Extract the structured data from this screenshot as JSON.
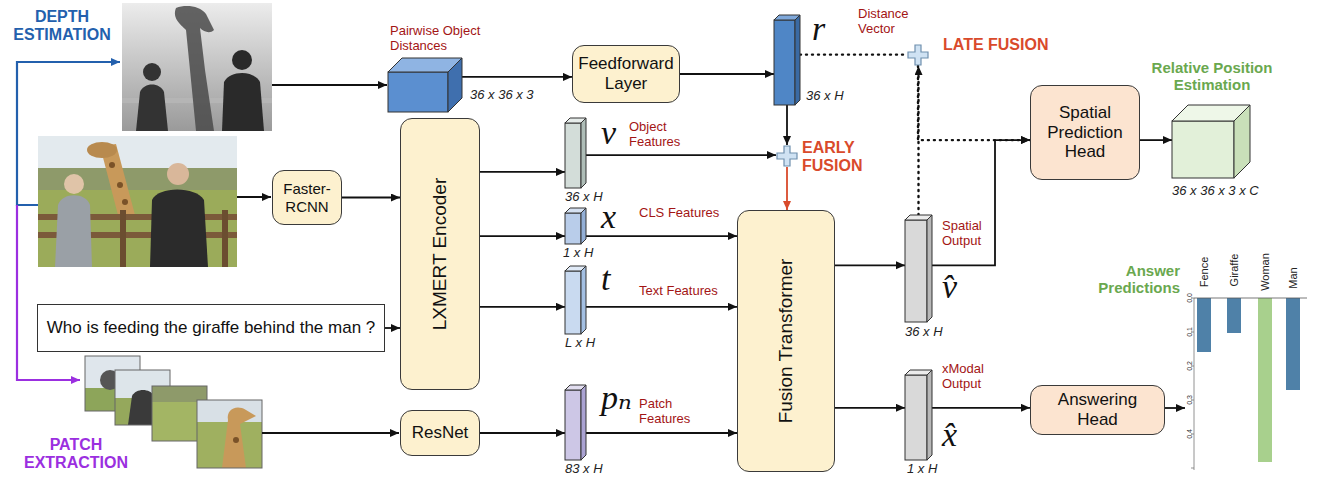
{
  "diagram": {
    "nodes": [
      {
        "text": [
          "Pairwise Object Distances",
          "36 x 36 x 3"
        ]
      },
      {
        "text": [
          "Feedforward Layer"
        ]
      },
      {
        "text": [
          "r",
          "Distance Vector",
          "36 x H"
        ]
      },
      {
        "text": [
          "LATE FUSION"
        ]
      },
      {
        "text": [
          "Faster-RCNN"
        ]
      },
      {
        "text": [
          "LXMERT Encoder"
        ]
      },
      {
        "text": [
          "v",
          "Object Features",
          "36 x H"
        ]
      },
      {
        "text": [
          "EARLY FUSION"
        ]
      },
      {
        "text": [
          "x",
          "CLS Features",
          "1 x H"
        ]
      },
      {
        "text": [
          "t",
          "Text Features",
          "L x H"
        ]
      },
      {
        "text": [
          "Who is feeding the giraffe behind the man ?"
        ]
      },
      {
        "text": [
          "ResNet"
        ]
      },
      {
        "text": [
          "pₙ",
          "Patch Features",
          "83 x H"
        ]
      },
      {
        "text": [
          "Fusion Transformer"
        ]
      },
      {
        "text": [
          "v̂",
          "Spatial Output",
          "36 x H"
        ]
      },
      {
        "text": [
          "Spatial Prediction Head"
        ]
      },
      {
        "text": [
          "Relative Position Estimation",
          "36 x 36 x 3 x C"
        ]
      },
      {
        "text": [
          "x̂",
          "xModal Output",
          "1 x H"
        ]
      },
      {
        "text": [
          "Answering Head"
        ]
      },
      {
        "text": [
          "Answer Predictions"
        ]
      }
    ],
    "edges": [
      {
        "from": 0,
        "to": 1,
        "arrow": "to"
      },
      {
        "from": 1,
        "to": 2,
        "arrow": "to"
      },
      {
        "from": 2,
        "to": 3,
        "arrow": "none"
      },
      {
        "from": 2,
        "to": 7,
        "arrow": "to"
      },
      {
        "from": 6,
        "to": 7,
        "arrow": "to"
      },
      {
        "from": 7,
        "to": 13,
        "arrow": "to"
      },
      {
        "from": 4,
        "to": 5,
        "arrow": "to"
      },
      {
        "from": 10,
        "to": 5,
        "arrow": "to"
      },
      {
        "from": 5,
        "to": 6,
        "arrow": "to"
      },
      {
        "from": 5,
        "to": 8,
        "arrow": "to"
      },
      {
        "from": 5,
        "to": 9,
        "arrow": "to"
      },
      {
        "from": 8,
        "to": 13,
        "arrow": "to"
      },
      {
        "from": 9,
        "to": 13,
        "arrow": "to"
      },
      {
        "from": 11,
        "to": 12,
        "arrow": "to"
      },
      {
        "from": 12,
        "to": 13,
        "arrow": "to"
      },
      {
        "from": 13,
        "to": 14,
        "arrow": "to"
      },
      {
        "from": 13,
        "to": 17,
        "arrow": "to"
      },
      {
        "from": 14,
        "to": 3,
        "arrow": "to"
      },
      {
        "from": 3,
        "to": 15,
        "arrow": "to"
      },
      {
        "from": 14,
        "to": 15,
        "arrow": "to"
      },
      {
        "from": 15,
        "to": 16,
        "arrow": "to"
      },
      {
        "from": 17,
        "to": 18,
        "arrow": "to"
      },
      {
        "from": 18,
        "to": 19,
        "arrow": "to"
      }
    ],
    "labels": [
      "DEPTH ESTIMATION",
      "PATCH EXTRACTION",
      "Fence",
      "Giraffe",
      "Woman",
      "Man",
      "0.0",
      "0.1",
      "0.2",
      "0.3",
      "0.4"
    ]
  }
}
